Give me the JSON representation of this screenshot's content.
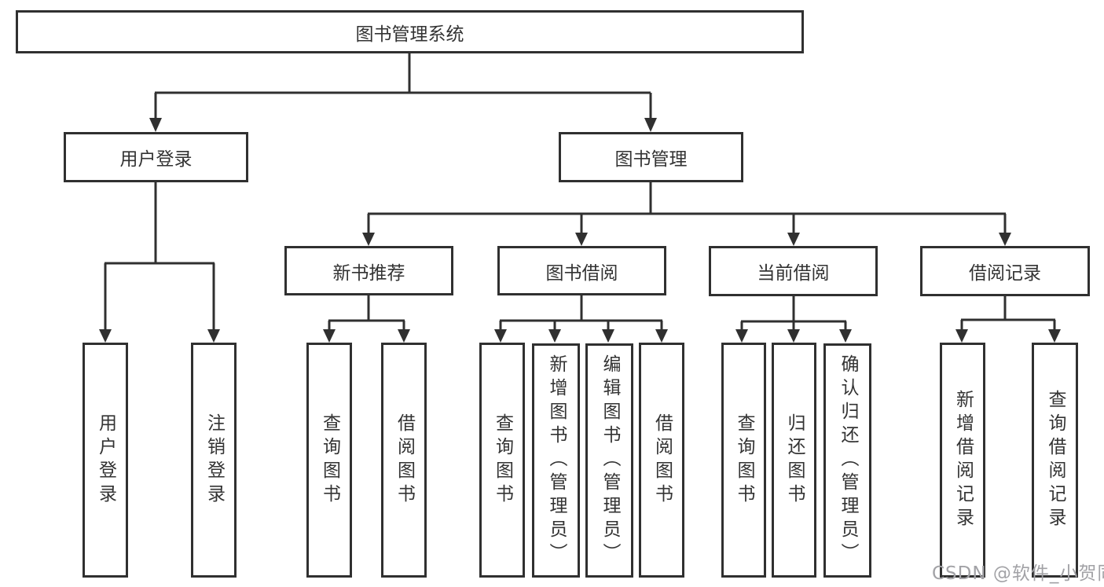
{
  "root": {
    "label": "图书管理系统"
  },
  "branches": [
    {
      "label": "用户登录",
      "children": [
        {
          "label": "用户登录"
        },
        {
          "label": "注销登录"
        }
      ]
    },
    {
      "label": "图书管理",
      "children": [
        {
          "label": "新书推荐",
          "children": [
            {
              "label": "查询图书"
            },
            {
              "label": "借阅图书"
            }
          ]
        },
        {
          "label": "图书借阅",
          "children": [
            {
              "label": "查询图书"
            },
            {
              "label": "新增图书（管理员）"
            },
            {
              "label": "编辑图书（管理员）"
            },
            {
              "label": "借阅图书"
            }
          ]
        },
        {
          "label": "当前借阅",
          "children": [
            {
              "label": "查询图书"
            },
            {
              "label": "归还图书"
            },
            {
              "label": "确认归还（管理员）"
            }
          ]
        },
        {
          "label": "借阅记录",
          "children": [
            {
              "label": "新增借阅记录"
            },
            {
              "label": "查询借阅记录"
            }
          ]
        }
      ]
    }
  ],
  "watermark": {
    "text": "CSDN @软件_小贺同学"
  },
  "colors": {
    "line": "#303030",
    "text": "#333333",
    "watermark": "#a2a2a6",
    "background": "#ffffff"
  }
}
